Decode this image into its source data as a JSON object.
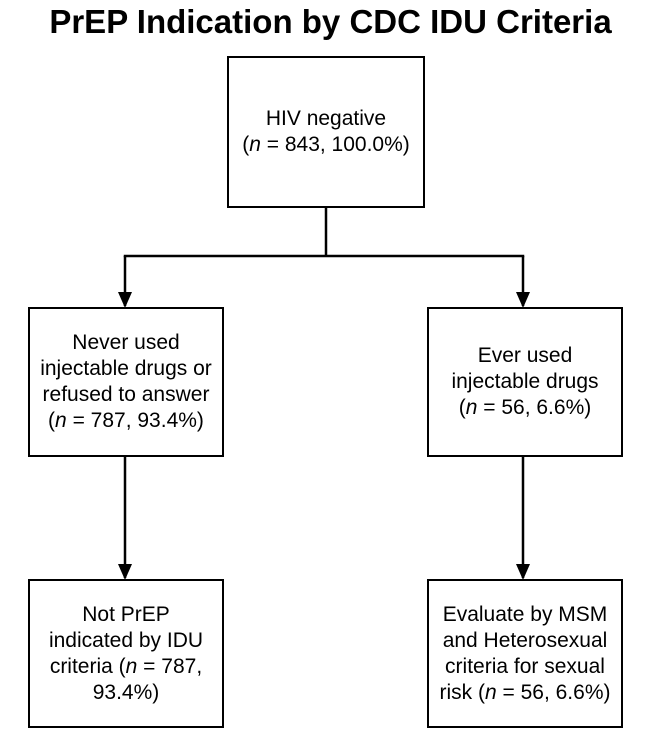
{
  "title": "PrEP Indication by CDC IDU Criteria",
  "nodes": {
    "root": {
      "lines": [
        {
          "text": "HIV negative"
        },
        {
          "pre": "(",
          "n": "n",
          "post": " = 843, 100.0%)"
        }
      ]
    },
    "never_used": {
      "lines": [
        {
          "text": "Never used"
        },
        {
          "text": "injectable drugs or"
        },
        {
          "text": "refused to answer"
        },
        {
          "pre": "(",
          "n": "n",
          "post": " = 787, 93.4%)"
        }
      ]
    },
    "ever_used": {
      "lines": [
        {
          "text": "Ever used"
        },
        {
          "text": "injectable drugs"
        },
        {
          "pre": "(",
          "n": "n",
          "post": " = 56, 6.6%)"
        }
      ]
    },
    "not_indicated": {
      "lines": [
        {
          "text": "Not PrEP"
        },
        {
          "text": "indicated by IDU"
        },
        {
          "pre": "criteria (",
          "n": "n",
          "post": " = 787,"
        },
        {
          "text": "93.4%)"
        }
      ]
    },
    "evaluate": {
      "lines": [
        {
          "text": "Evaluate by MSM"
        },
        {
          "text": "and Heterosexual"
        },
        {
          "text": "criteria for sexual"
        },
        {
          "pre": "risk (",
          "n": "n",
          "post": " = 56, 6.6%)"
        }
      ]
    }
  },
  "edges": [
    {
      "from": "root",
      "to": "never_used"
    },
    {
      "from": "root",
      "to": "ever_used"
    },
    {
      "from": "never_used",
      "to": "not_indicated"
    },
    {
      "from": "ever_used",
      "to": "evaluate"
    }
  ]
}
